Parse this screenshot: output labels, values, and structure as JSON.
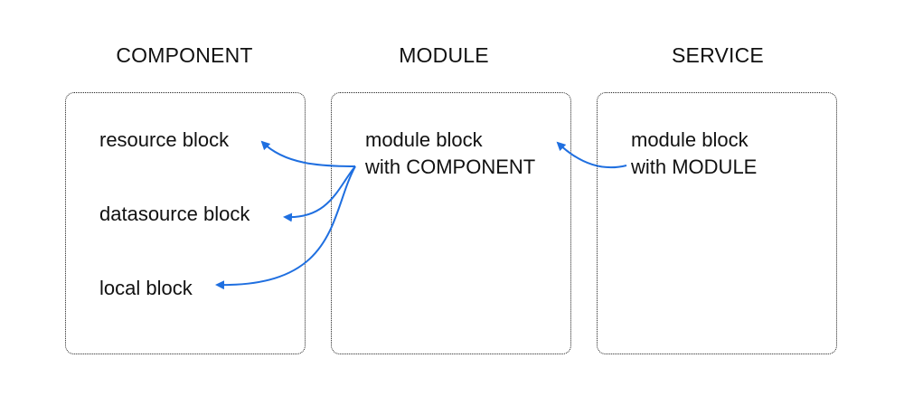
{
  "columns": [
    {
      "title": "COMPONENT",
      "blocks": [
        "resource block",
        "datasource block",
        "local block"
      ]
    },
    {
      "title": "MODULE",
      "blocks": [
        {
          "line1": "module block",
          "line2": "with COMPONENT"
        }
      ]
    },
    {
      "title": "SERVICE",
      "blocks": [
        {
          "line1": "module block",
          "line2": "with MODULE"
        }
      ]
    }
  ],
  "colors": {
    "arrow": "#1f6fe0",
    "border": "#222222",
    "text": "#111111"
  }
}
